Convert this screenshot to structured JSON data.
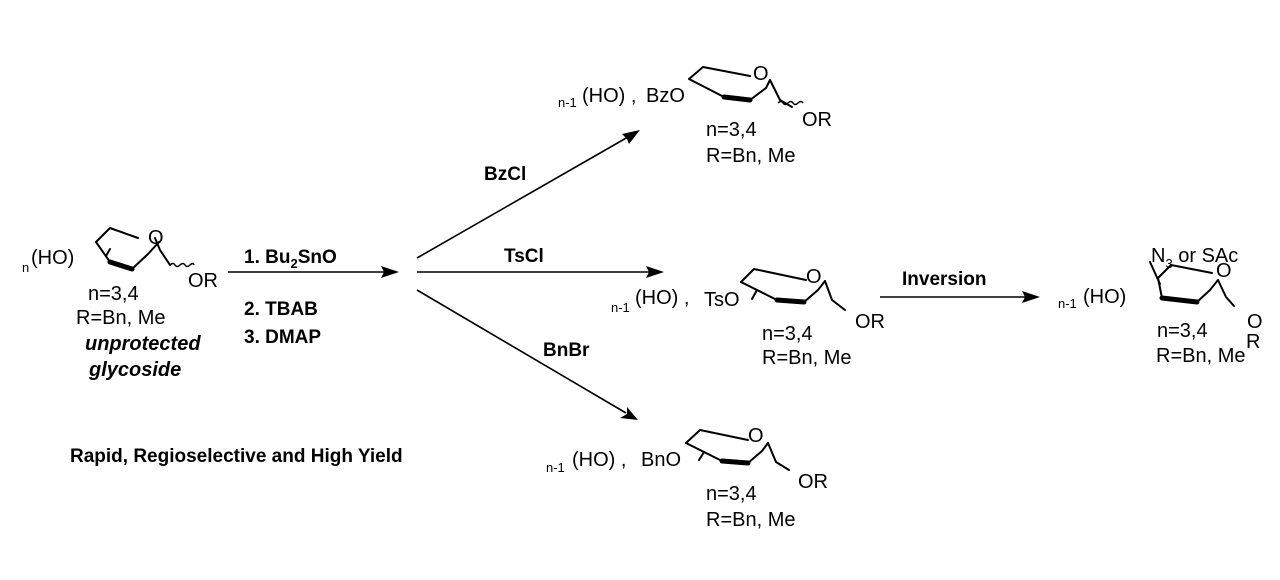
{
  "starting_material": {
    "hydroxyl_prefix_sub": "n",
    "hydroxyl_group": "(HO)",
    "ring_oxygen": "O",
    "anomeric_group": "OR",
    "n_values": "n=3,4",
    "r_values": "R=Bn, Me",
    "caption_line1": "unprotected",
    "caption_line2": "glycoside"
  },
  "conditions": {
    "step1_prefix": "1. Bu",
    "step1_sub": "2",
    "step1_suffix": "SnO",
    "step2": "2. TBAB",
    "step3": "3. DMAP"
  },
  "tagline": "Rapid, Regioselective and High Yield",
  "reagents": {
    "top": "BzCl",
    "middle": "TsCl",
    "bottom": "BnBr",
    "inversion": "Inversion"
  },
  "products": {
    "bz": {
      "prefix_sub": "n-1",
      "hydroxyl_group": "(HO) ,",
      "substituent": "BzO",
      "ring_oxygen": "O",
      "anomeric_group": "OR",
      "n_values": "n=3,4",
      "r_values": "R=Bn, Me"
    },
    "ts": {
      "prefix_sub": "n-1",
      "hydroxyl_group": "(HO) ,",
      "substituent": "TsO",
      "ring_oxygen": "O",
      "anomeric_group": "OR",
      "n_values": "n=3,4",
      "r_values": "R=Bn, Me"
    },
    "bn": {
      "prefix_sub": "n-1",
      "hydroxyl_group": "(HO) ,",
      "substituent": "BnO",
      "ring_oxygen": "O",
      "anomeric_group": "OR",
      "n_values": "n=3,4",
      "r_values": "R=Bn, Me"
    },
    "inverted": {
      "prefix_sub": "n-1",
      "hydroxyl_group": "(HO)",
      "nucleophile_prefix": "N",
      "nucleophile_sub": "3",
      "nucleophile_suffix": " or SAc",
      "ring_oxygen": "O",
      "anomeric_o": "O",
      "anomeric_r": "R",
      "n_values": "n=3,4",
      "r_values": "R=Bn, Me"
    }
  }
}
